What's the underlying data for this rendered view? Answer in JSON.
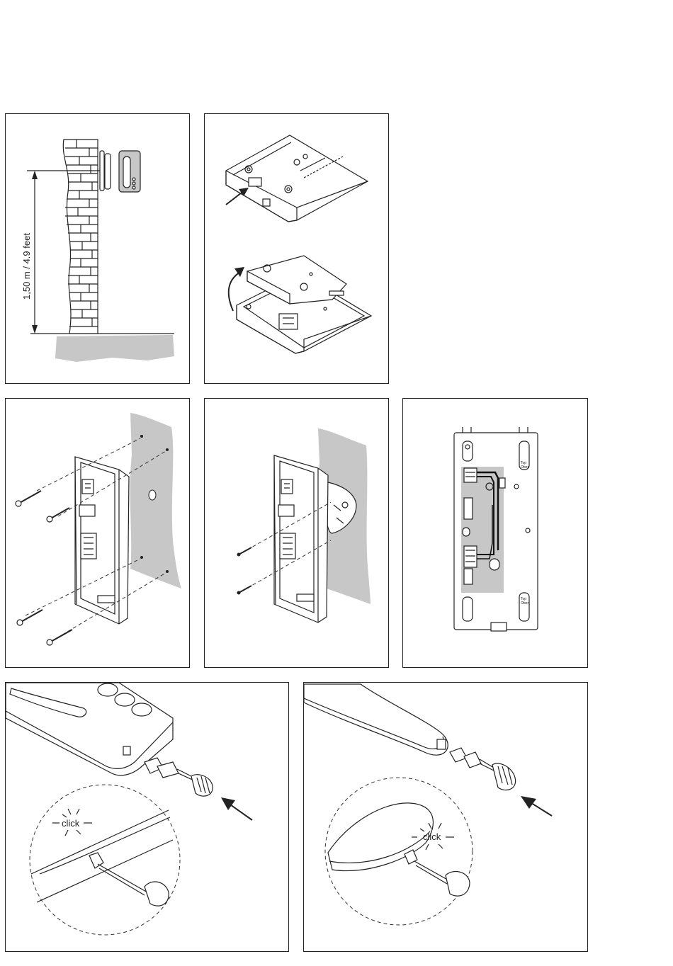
{
  "figure": {
    "height_label": "1,50 m / 4.9 feet",
    "click_label_1": "click",
    "click_label_2": "click",
    "top_label_1": "Top\nOben",
    "top_label_2": "Top\nOben"
  },
  "colors": {
    "line": "#222222",
    "shade": "#c7c7c7",
    "background": "#ffffff"
  }
}
